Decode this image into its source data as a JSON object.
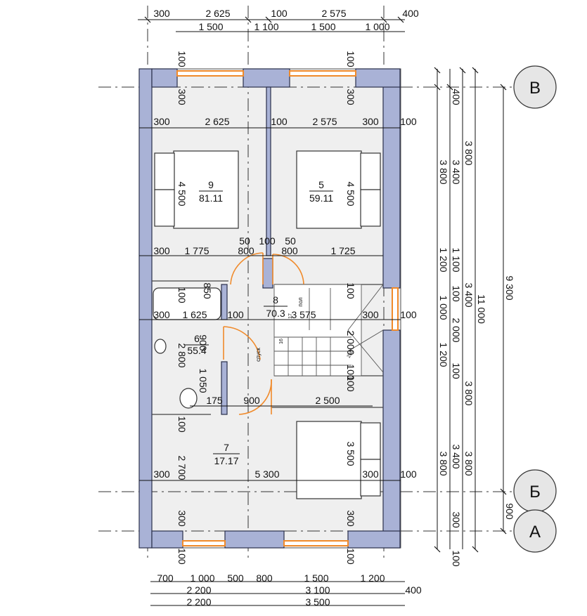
{
  "colors": {
    "wall": "#a9b2d6",
    "wall_stroke": "#2a2f4a",
    "floor": "#efefef",
    "window": "#f08a2a",
    "dim": "#111111",
    "marker_fill": "#e6e6e6"
  },
  "axes": {
    "v": "В",
    "b": "Б",
    "a": "А"
  },
  "dims_top": {
    "r1": [
      "300",
      "2 625",
      "100",
      "2 575",
      "400"
    ],
    "r2": [
      "1 500",
      "1 100",
      "1 500",
      "1 000"
    ]
  },
  "dims_bottom": {
    "r1": [
      "700",
      "1 000",
      "500",
      "800",
      "1 500",
      "1 200"
    ],
    "r2": [
      "2 200",
      "3 100",
      "400"
    ],
    "r3": [
      "2 200",
      "3 500"
    ]
  },
  "dims_right": {
    "c1": [
      "400",
      "1 200",
      "1 000",
      "1 200",
      "3 800",
      "300",
      "100"
    ],
    "c2": [
      "3 800",
      "1 100",
      "100",
      "2 000",
      "100",
      "3 800"
    ],
    "c3": [
      "3 400",
      "3 400",
      "3 400"
    ],
    "c4": [
      "3 800",
      "11 000",
      "3 800"
    ],
    "c5": [
      "9 300",
      "900"
    ]
  },
  "dims_inner": {
    "row1": [
      "300",
      "2 625",
      "100",
      "2 575",
      "300",
      "100"
    ],
    "row2": [
      "50",
      "100",
      "50",
      "300",
      "1 775",
      "800",
      "800",
      "1 725"
    ],
    "row3": [
      "300",
      "1 625",
      "100",
      "3 575",
      "300",
      "100"
    ],
    "row4": [
      "175",
      "900",
      "2 500"
    ],
    "row5": [
      "300",
      "5 300",
      "300",
      "100"
    ],
    "vert": [
      "100",
      "300",
      "4 500",
      "4 500",
      "100",
      "300",
      "100",
      "850",
      "900",
      "2 800",
      "1 050",
      "100",
      "2 700",
      "300",
      "100",
      "2 000",
      "100",
      "3 500",
      "300",
      "100",
      "100",
      "100"
    ]
  },
  "rooms": [
    {
      "num": "9",
      "area": "81.11"
    },
    {
      "num": "5",
      "area": "59.11"
    },
    {
      "num": "8",
      "area": "70.3"
    },
    {
      "num": "6",
      "area": "55.4"
    },
    {
      "num": "7",
      "area": "17.17"
    }
  ],
  "stair_labels": [
    "пол",
    "спуск",
    "17",
    "16",
    "250"
  ]
}
